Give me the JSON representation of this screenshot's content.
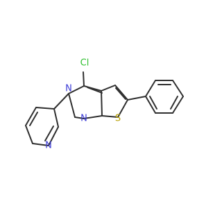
{
  "molecule": {
    "atom_labels": {
      "cl": "Cl",
      "n_upper": "N",
      "n_lower": "N",
      "s": "S",
      "n_pyridine": "N"
    },
    "colors": {
      "bond": "#2f2f2f",
      "nitrogen": "#3b3bd6",
      "sulfur": "#b8a000",
      "chlorine": "#2fbf2f"
    }
  }
}
